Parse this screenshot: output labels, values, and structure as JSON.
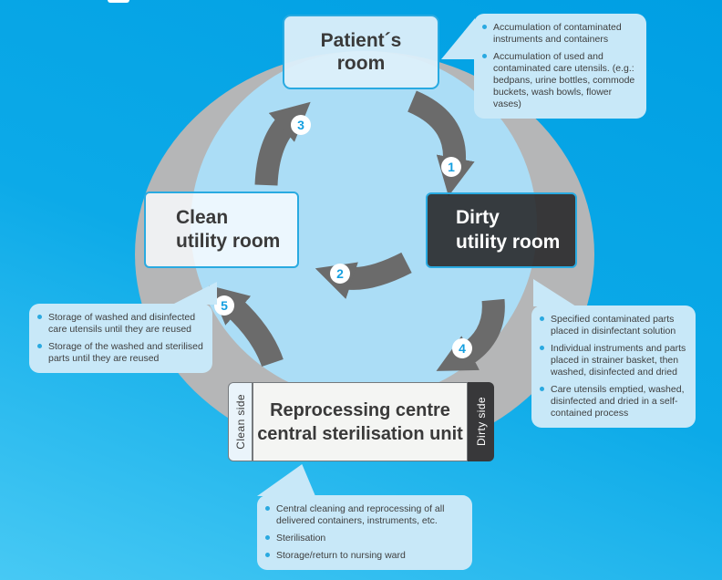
{
  "palette": {
    "background_blue": "#00a0e4",
    "background_blue_light": "#47c9f4",
    "accent_cyan": "#29aae1",
    "ring_gray": "#b5b6b7",
    "inner_circle_blue": "#abddf6",
    "arrow_gray": "#6b6b6b",
    "dark_box": "#38383a",
    "callout_blue": "#c8e8f8"
  },
  "steps": [
    "1",
    "2",
    "3",
    "4",
    "5"
  ],
  "nodes": {
    "patient_room": {
      "line1": "Patient´s",
      "line2": "room"
    },
    "clean_utility_room": {
      "line1": "Clean",
      "line2": "utility room"
    },
    "dirty_utility_room": {
      "line1": "Dirty",
      "line2": "utility room"
    },
    "reprocessing_centre": {
      "line1": "Reprocessing centre",
      "line2": "central sterilisation unit",
      "left_tab": "Clean side",
      "right_tab": "Dirty side"
    }
  },
  "callouts": {
    "patient_room": {
      "items": [
        "Accumulation of contaminated instruments and containers",
        "Accumulation of used and contaminated care utensils. (e.g.: bedpans, urine bottles, commode buckets, wash bowls, flower vases)"
      ]
    },
    "clean_utility_room": {
      "items": [
        "Storage of washed and disinfected care utensils until they are reused",
        "Storage of the washed and sterilised parts until they are reused"
      ]
    },
    "dirty_utility_room": {
      "items": [
        "Specified contaminated parts placed in disinfectant solution",
        "Individual instruments and parts placed in strainer basket, then washed, disinfected and dried",
        "Care utensils emptied, washed, disinfected and dried in a self-contained process"
      ]
    },
    "reprocessing_centre": {
      "items": [
        "Central cleaning and reprocessing of all delivered containers, instruments, etc.",
        "Sterilisation",
        "Storage/return to nursing ward"
      ]
    }
  }
}
